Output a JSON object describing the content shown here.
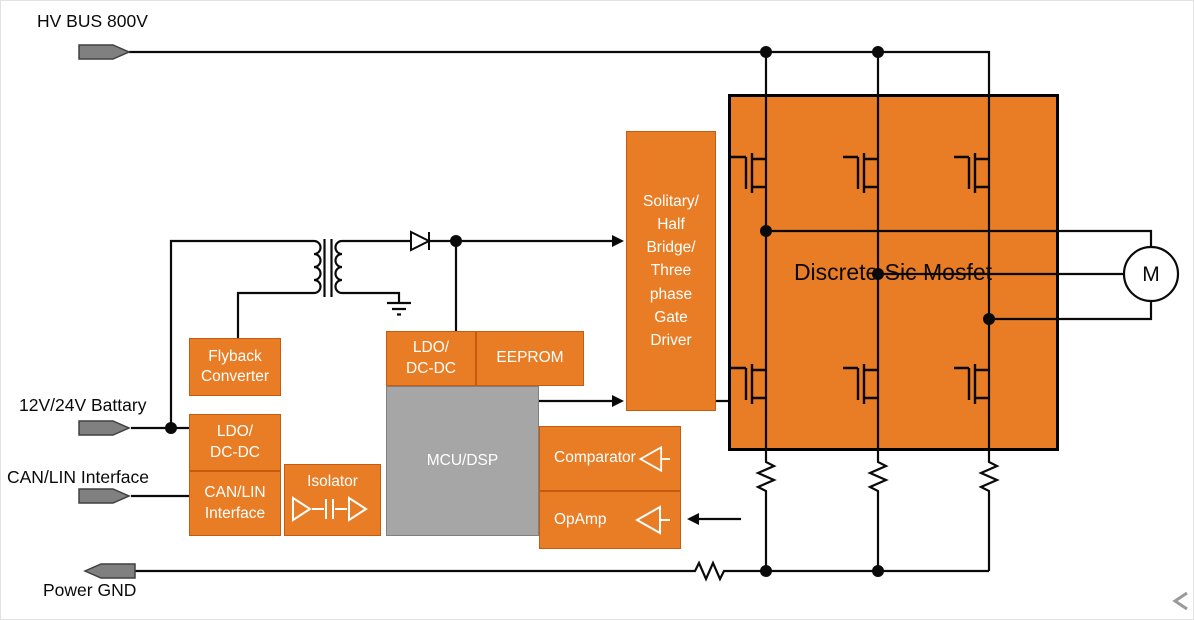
{
  "colors": {
    "block_orange": "#E87D25",
    "block_orange_border": "#C55A11",
    "block_gray": "#A6A6A6",
    "wire_black": "#0a0a0a",
    "connector_gray": "#808080",
    "block_text": "#ffffff"
  },
  "labels": {
    "hv_bus": "HV BUS 800V",
    "battery": "12V/24V Battary",
    "can_lin": "CAN/LIN Interface",
    "power_gnd": "Power GND",
    "discrete_mosfet": "Discrete Sic Mosfet",
    "motor": "M"
  },
  "blocks": {
    "flyback": "Flyback\nConverter",
    "ldo_battery": "LDO/\nDC-DC",
    "can_lin_interface": "CAN/LIN\nInterface",
    "isolator": "Isolator",
    "ldo_mcu": "LDO/\nDC-DC",
    "eeprom": "EEPROM",
    "mcu": "MCU/DSP",
    "comparator": "Comparator",
    "opamp": "OpAmp",
    "gate_driver": "Solitary/\nHalf\nBridge/\nThree\nphase\nGate\nDriver"
  }
}
